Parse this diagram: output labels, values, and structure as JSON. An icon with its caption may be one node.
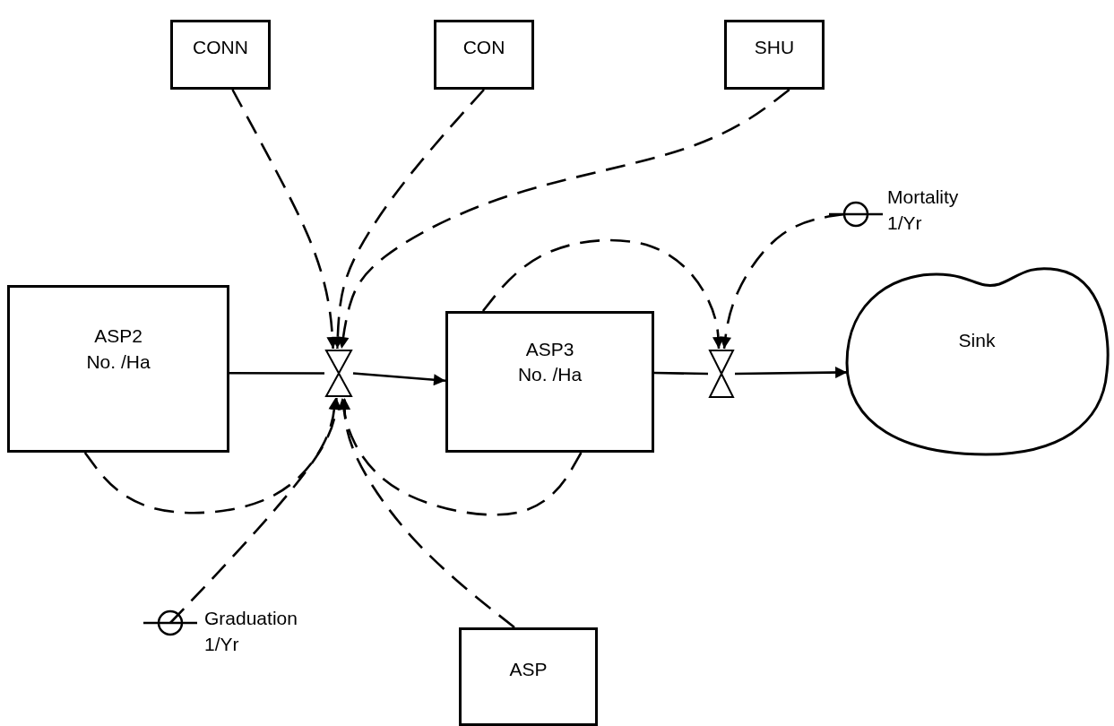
{
  "diagram": {
    "nodes": [
      {
        "text": [
          "CONN"
        ]
      },
      {
        "text": [
          "CON"
        ]
      },
      {
        "text": [
          "SHU"
        ]
      },
      {
        "text": [
          "ASP2 No. /Ha"
        ]
      },
      {
        "text": [],
        "shape": "valve"
      },
      {
        "text": [
          "ASP3 No. /Ha"
        ]
      },
      {
        "text": [],
        "shape": "valve"
      },
      {
        "text": [
          "Sink"
        ]
      },
      {
        "text": [],
        "shape": "circle",
        "beside": [
          "Mortality 1/Yr"
        ]
      },
      {
        "text": [],
        "shape": "circle",
        "beside": [
          "Graduation 1/Yr"
        ]
      },
      {
        "text": [
          "ASP"
        ]
      }
    ],
    "edges": [
      {
        "from": 3,
        "to": 4,
        "arrow": "none"
      },
      {
        "from": 4,
        "to": 5,
        "arrow": "to"
      },
      {
        "from": 5,
        "to": 6,
        "arrow": "none"
      },
      {
        "from": 6,
        "to": 7,
        "arrow": "to"
      },
      {
        "from": 0,
        "to": 4,
        "arrow": "to",
        "style": "dashed"
      },
      {
        "from": 1,
        "to": 4,
        "arrow": "to",
        "style": "dashed"
      },
      {
        "from": 2,
        "to": 4,
        "arrow": "to",
        "style": "dashed"
      },
      {
        "from": 3,
        "to": 4,
        "arrow": "to",
        "style": "dashed"
      },
      {
        "from": 9,
        "to": 4,
        "arrow": "to",
        "style": "dashed"
      },
      {
        "from": 5,
        "to": 4,
        "arrow": "to",
        "style": "dashed"
      },
      {
        "from": 10,
        "to": 4,
        "arrow": "to",
        "style": "dashed"
      },
      {
        "from": 5,
        "to": 6,
        "arrow": "to",
        "style": "dashed"
      },
      {
        "from": 8,
        "to": 6,
        "arrow": "to",
        "style": "dashed"
      }
    ]
  }
}
